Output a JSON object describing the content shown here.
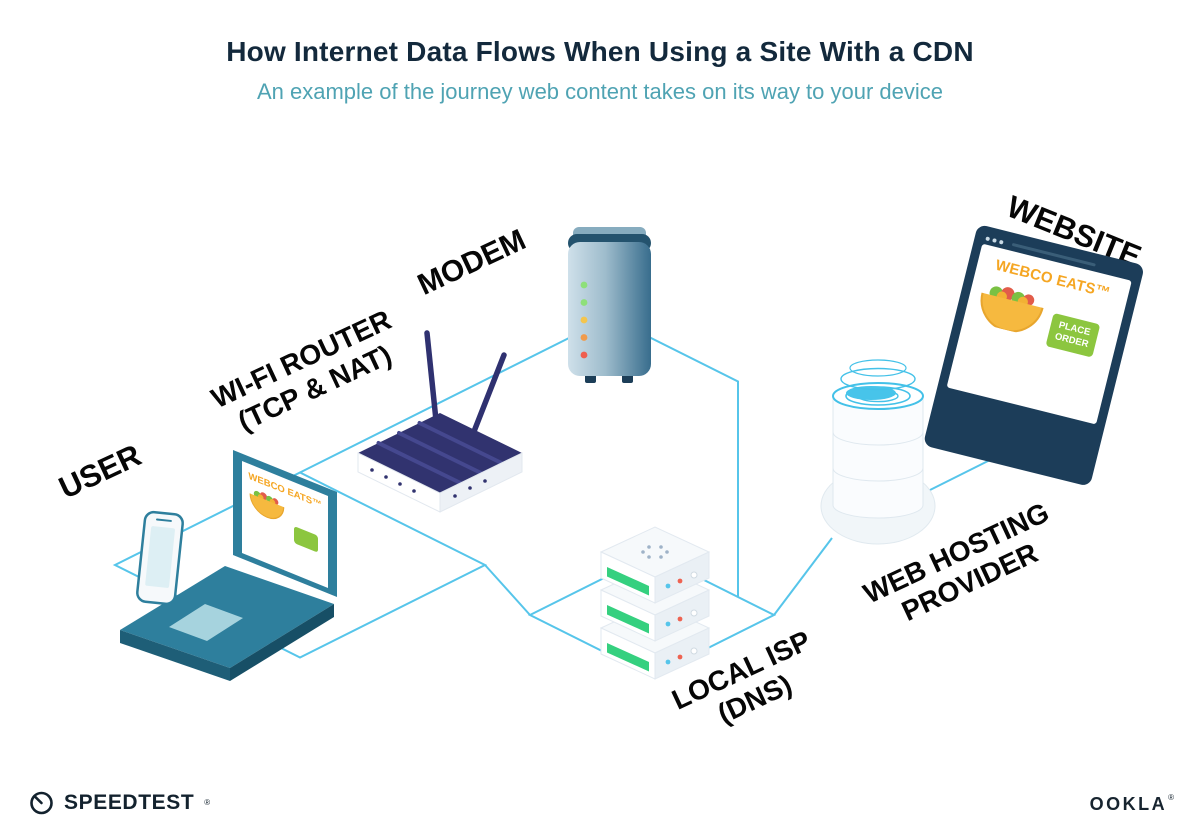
{
  "header": {
    "title": "How Internet Data Flows When Using a Site With a CDN",
    "subtitle": "An example of the journey web content takes on its way to your device"
  },
  "nodes": {
    "user": {
      "label": "USER"
    },
    "wifi_router": {
      "label_line1": "WI-FI ROUTER",
      "label_line2": "(TCP & NAT)"
    },
    "modem": {
      "label": "MODEM"
    },
    "local_isp": {
      "label_line1": "LOCAL ISP",
      "label_line2": "(DNS)"
    },
    "web_hosting": {
      "label_line1": "WEB HOSTING",
      "label_line2": "PROVIDER"
    },
    "website": {
      "label": "WEBSITE"
    }
  },
  "webpage": {
    "brand": "WEBCO EATS™",
    "order_button_line1": "PLACE",
    "order_button_line2": "ORDER"
  },
  "footer": {
    "speedtest_wordmark": "SPEEDTEST",
    "speedtest_trademark": "®",
    "ookla_wordmark": "OOKLA",
    "ookla_trademark": "®"
  },
  "colors": {
    "connection_line": "#56C5EA",
    "title_navy": "#13293C",
    "subtitle_teal": "#4FA3B3",
    "brand_orange": "#F5A623",
    "button_green": "#8CC63F",
    "device_teal": "#2E7F9D",
    "frame_navy": "#1C3D59",
    "led_green": "#35D07F"
  }
}
